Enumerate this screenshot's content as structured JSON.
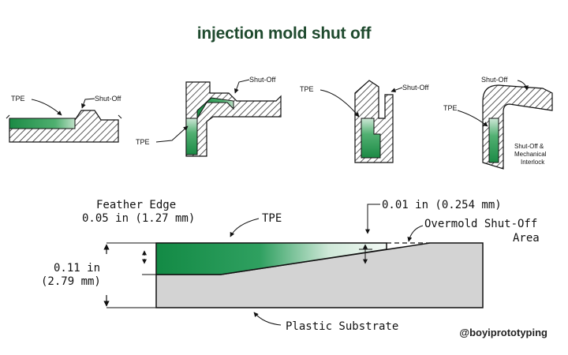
{
  "title": "injection mold shut off",
  "small_diagrams": [
    {
      "tpe": "TPE",
      "shutoff": "Shut-Off"
    },
    {
      "tpe": "TPE",
      "shutoff": "Shut-Off"
    },
    {
      "tpe": "TPE",
      "shutoff": "Shut-Off"
    },
    {
      "tpe": "TPE",
      "shutoff": "Shut-Off",
      "interlock": [
        "Shut-Off &",
        "Mechanical",
        "Interlock"
      ]
    }
  ],
  "main_diagram": {
    "feather_edge": [
      "Feather Edge",
      "0.05 in (1.27 mm)"
    ],
    "tpe": "TPE",
    "gap": "0.01 in (0.254 mm)",
    "overmold": [
      "Overmold Shut-Off",
      "Area"
    ],
    "thickness": [
      "0.11 in",
      "(2.79 mm)"
    ],
    "substrate": "Plastic Substrate"
  },
  "watermark": "@boyiprototyping",
  "colors": {
    "tpe_green": "#1a8a4a",
    "substrate_gray": "#d3d3d3",
    "title_green": "#1f4a2e"
  }
}
